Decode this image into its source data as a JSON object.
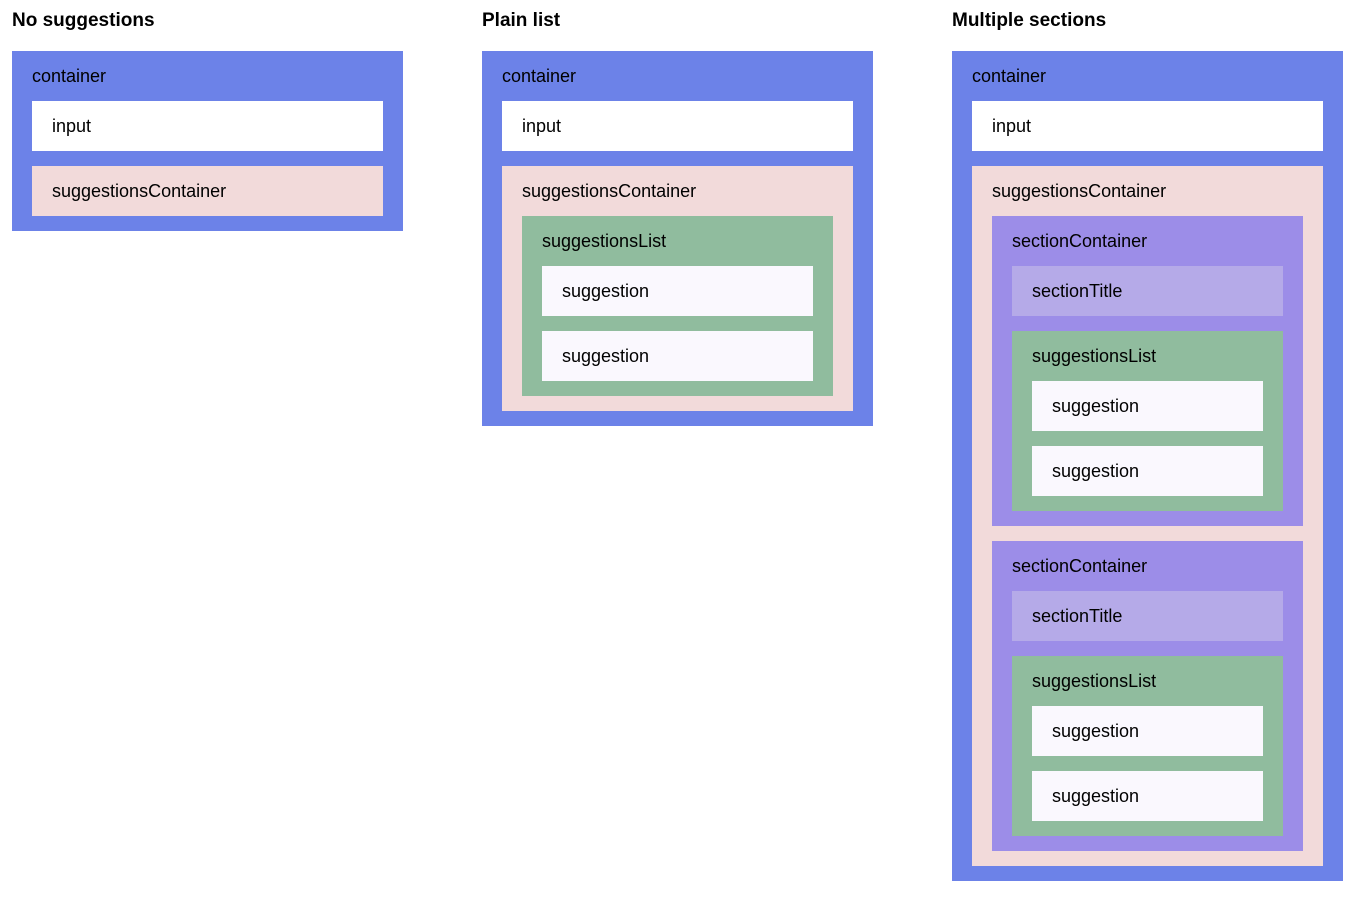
{
  "colors": {
    "page_bg": "#ffffff",
    "text_color": "#000000",
    "container_bg": "#6c82e8",
    "input_bg": "#ffffff",
    "suggestions_container_bg": "#f2dada",
    "suggestions_list_bg": "#90bc9e",
    "suggestion_bg": "#faf8fe",
    "section_container_bg": "#9c8de8",
    "section_title_bg": "#b5aae8"
  },
  "columns": [
    {
      "heading": "No suggestions",
      "container_label": "container",
      "input_label": "input",
      "suggestions_container_label": "suggestionsContainer"
    },
    {
      "heading": "Plain list",
      "container_label": "container",
      "input_label": "input",
      "suggestions_container_label": "suggestionsContainer",
      "suggestions_list_label": "suggestionsList",
      "suggestions": [
        "suggestion",
        "suggestion"
      ]
    },
    {
      "heading": "Multiple sections",
      "container_label": "container",
      "input_label": "input",
      "suggestions_container_label": "suggestionsContainer",
      "sections": [
        {
          "section_container_label": "sectionContainer",
          "section_title_label": "sectionTitle",
          "suggestions_list_label": "suggestionsList",
          "suggestions": [
            "suggestion",
            "suggestion"
          ]
        },
        {
          "section_container_label": "sectionContainer",
          "section_title_label": "sectionTitle",
          "suggestions_list_label": "suggestionsList",
          "suggestions": [
            "suggestion",
            "suggestion"
          ]
        }
      ]
    }
  ]
}
